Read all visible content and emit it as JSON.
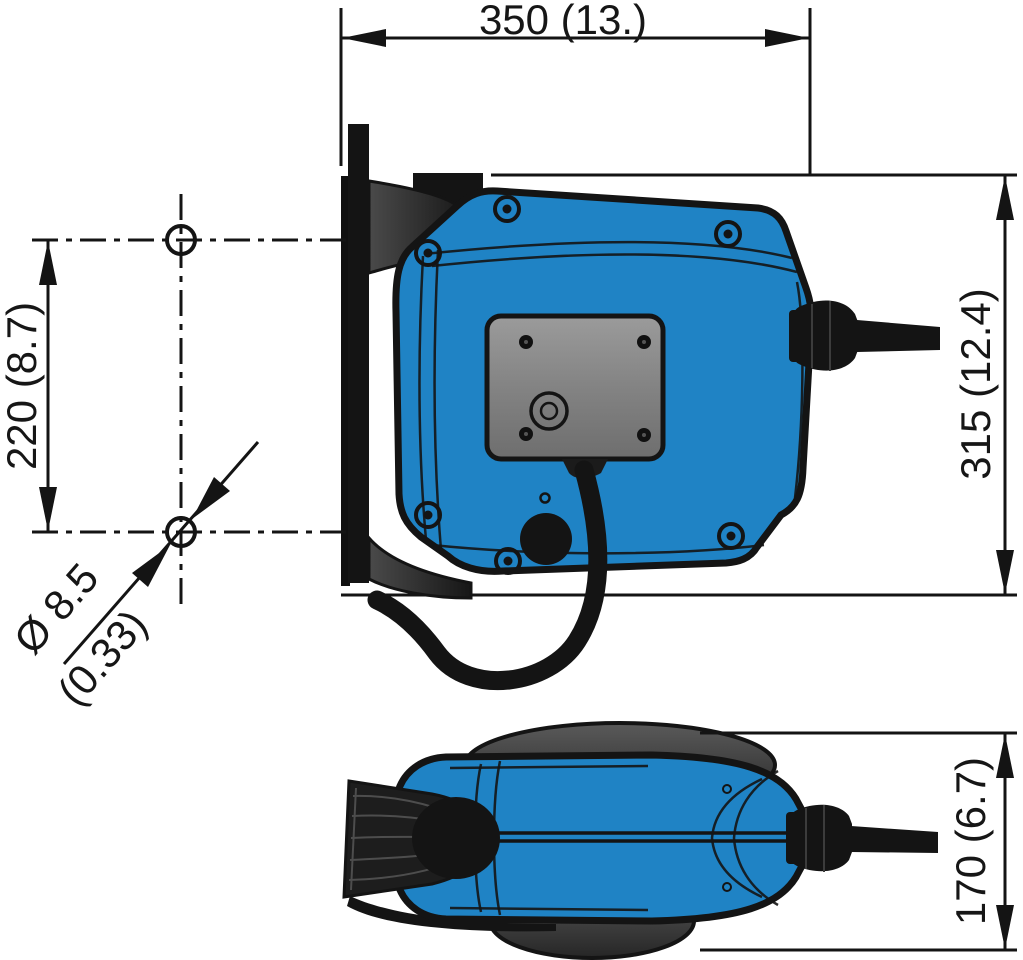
{
  "drawing": {
    "labels": {
      "width": "350 (13.)",
      "height": "315 (12.4)",
      "hole_spacing": "220 (8.7)",
      "hole_diameter": "Ø 8.5",
      "hole_diameter_in": "(0.33)",
      "depth": "170 (6.7)"
    },
    "colors": {
      "body_blue": "#1f83c5",
      "outline_black": "#141414",
      "panel_gray": "#858585",
      "bracket_dark": "#1d1d1d"
    }
  }
}
